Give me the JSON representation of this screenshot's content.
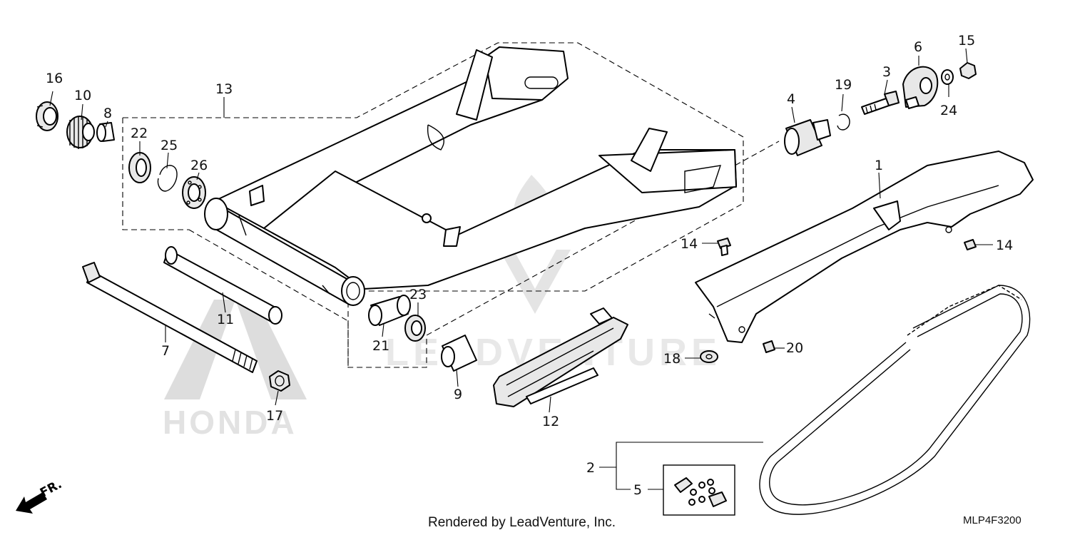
{
  "diagram": {
    "callouts": {
      "c1": "1",
      "c2": "2",
      "c3": "3",
      "c4": "4",
      "c5": "5",
      "c6": "6",
      "c7": "7",
      "c8": "8",
      "c9": "9",
      "c10": "10",
      "c11": "11",
      "c12": "12",
      "c13": "13",
      "c14a": "14",
      "c14b": "14",
      "c15": "15",
      "c16": "16",
      "c17": "17",
      "c18": "18",
      "c19": "19",
      "c20": "20",
      "c21": "21",
      "c22": "22",
      "c23": "23",
      "c24": "24",
      "c25": "25",
      "c26": "26"
    },
    "direction_label": "FR.",
    "watermark_brand": "LEADVENTURE",
    "watermark_maker": "HONDA",
    "footer_credit": "Rendered by LeadVenture, Inc.",
    "diagram_code": "MLP4F3200"
  }
}
